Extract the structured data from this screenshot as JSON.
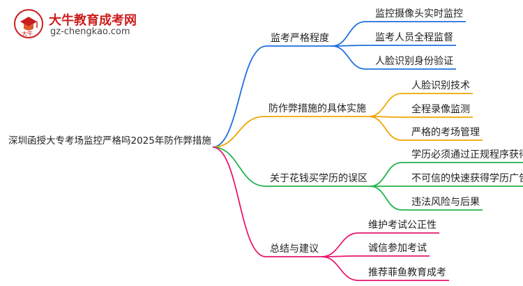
{
  "logo": {
    "icon_name": "graduation-cap-logo-icon",
    "title": "大牛教育成考网",
    "url": "gz-chengkao.com",
    "brand_color": "#cc1d1d"
  },
  "root": {
    "label": "深圳函授大专考场监控严格吗2025年防作弊措施"
  },
  "branches": [
    {
      "label": "监考严格程度",
      "color": "#1e6fe0",
      "children": [
        "监控摄像头实时监控",
        "监考人员全程监督",
        "人脸识别身份验证"
      ]
    },
    {
      "label": "防作弊措施的具体实施",
      "color": "#f0a500",
      "children": [
        "人脸识别技术",
        "全程录像监测",
        "严格的考场管理"
      ]
    },
    {
      "label": "关于花钱买学历的误区",
      "color": "#21b34a",
      "children": [
        "学历必须通过正规程序获得",
        "不可信的快速获得学历广告",
        "违法风险与后果"
      ]
    },
    {
      "label": "总结与建议",
      "color": "#e6186e",
      "children": [
        "维护考试公正性",
        "诚信参加考试",
        "推荐菲鱼教育成考"
      ]
    }
  ]
}
